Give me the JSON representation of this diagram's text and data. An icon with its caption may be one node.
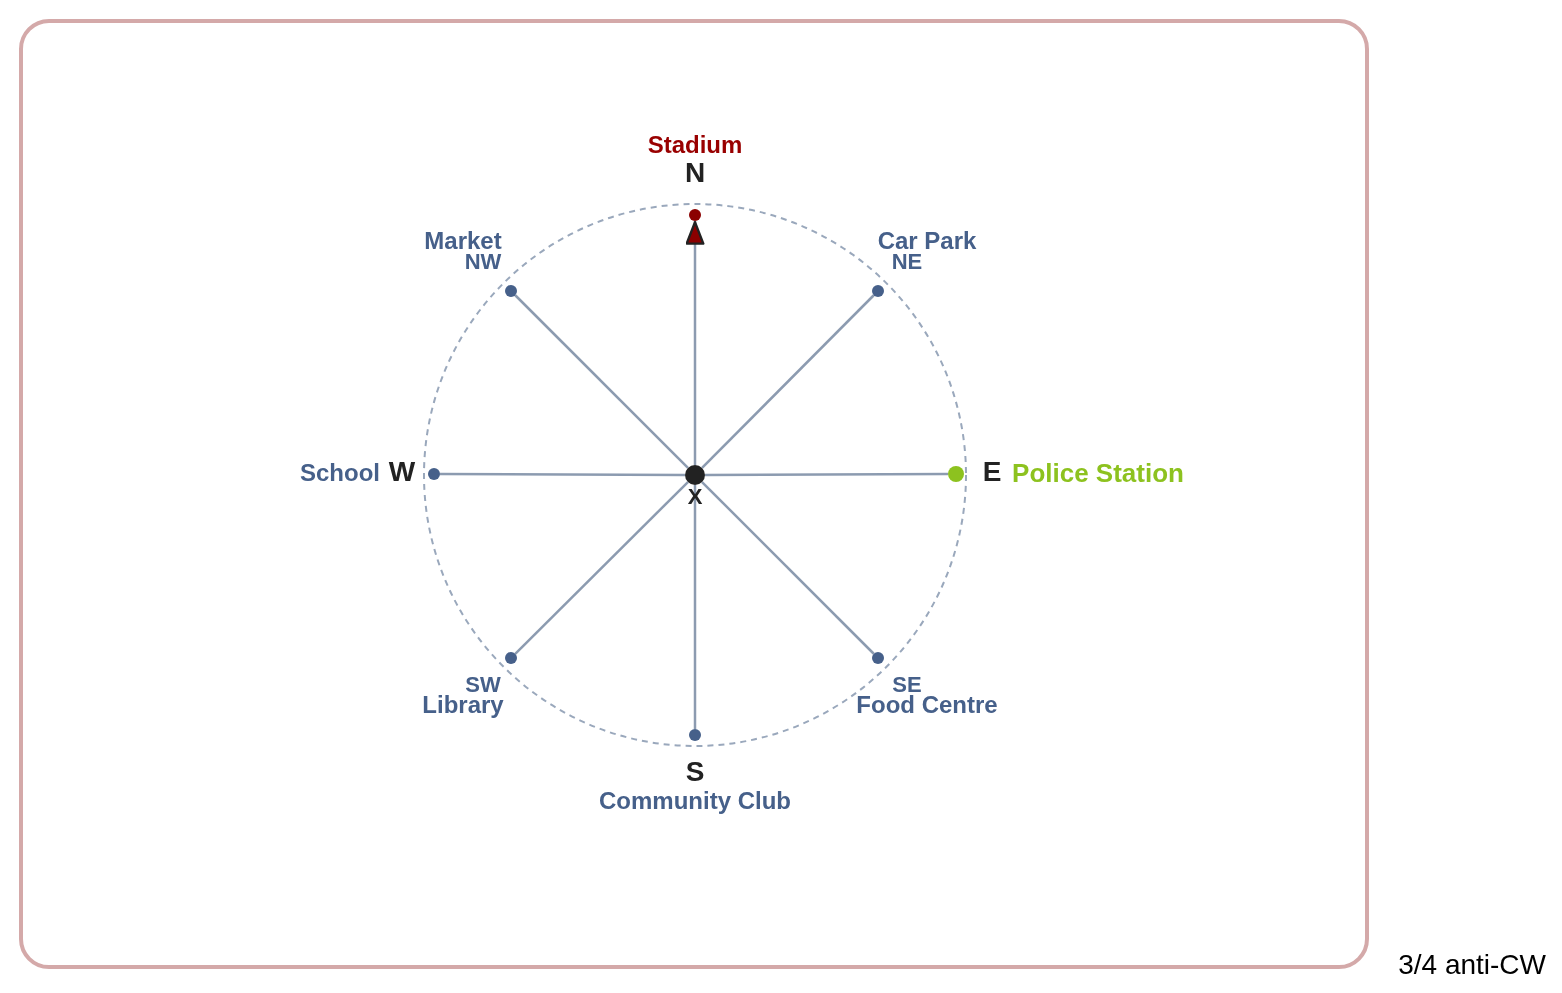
{
  "diagram": {
    "nodes": [
      {
        "text": [
          "X"
        ]
      },
      {
        "text": [
          "Stadium"
        ],
        "beside": [
          "N"
        ]
      },
      {
        "text": [
          "Car Park"
        ],
        "beside": [
          "NE"
        ]
      },
      {
        "text": [
          "Police Station"
        ],
        "beside": [
          "E"
        ]
      },
      {
        "text": [
          "Food Centre"
        ],
        "beside": [
          "SE"
        ]
      },
      {
        "text": [
          "Community Club"
        ],
        "beside": [
          "S"
        ]
      },
      {
        "text": [
          "Library"
        ],
        "beside": [
          "SW"
        ]
      },
      {
        "text": [
          "School"
        ],
        "beside": [
          "W"
        ]
      },
      {
        "text": [
          "Market"
        ],
        "beside": [
          "NW"
        ]
      }
    ],
    "edges": [
      {
        "from": 0,
        "to": 1,
        "arrow": "to"
      },
      {
        "from": 0,
        "to": 2,
        "arrow": "none"
      },
      {
        "from": 0,
        "to": 3,
        "arrow": "none"
      },
      {
        "from": 0,
        "to": 4,
        "arrow": "none"
      },
      {
        "from": 0,
        "to": 5,
        "arrow": "none"
      },
      {
        "from": 0,
        "to": 6,
        "arrow": "none"
      },
      {
        "from": 0,
        "to": 7,
        "arrow": "none"
      },
      {
        "from": 0,
        "to": 8,
        "arrow": "none"
      }
    ],
    "labels": [
      "3/4 anti-CW"
    ]
  }
}
